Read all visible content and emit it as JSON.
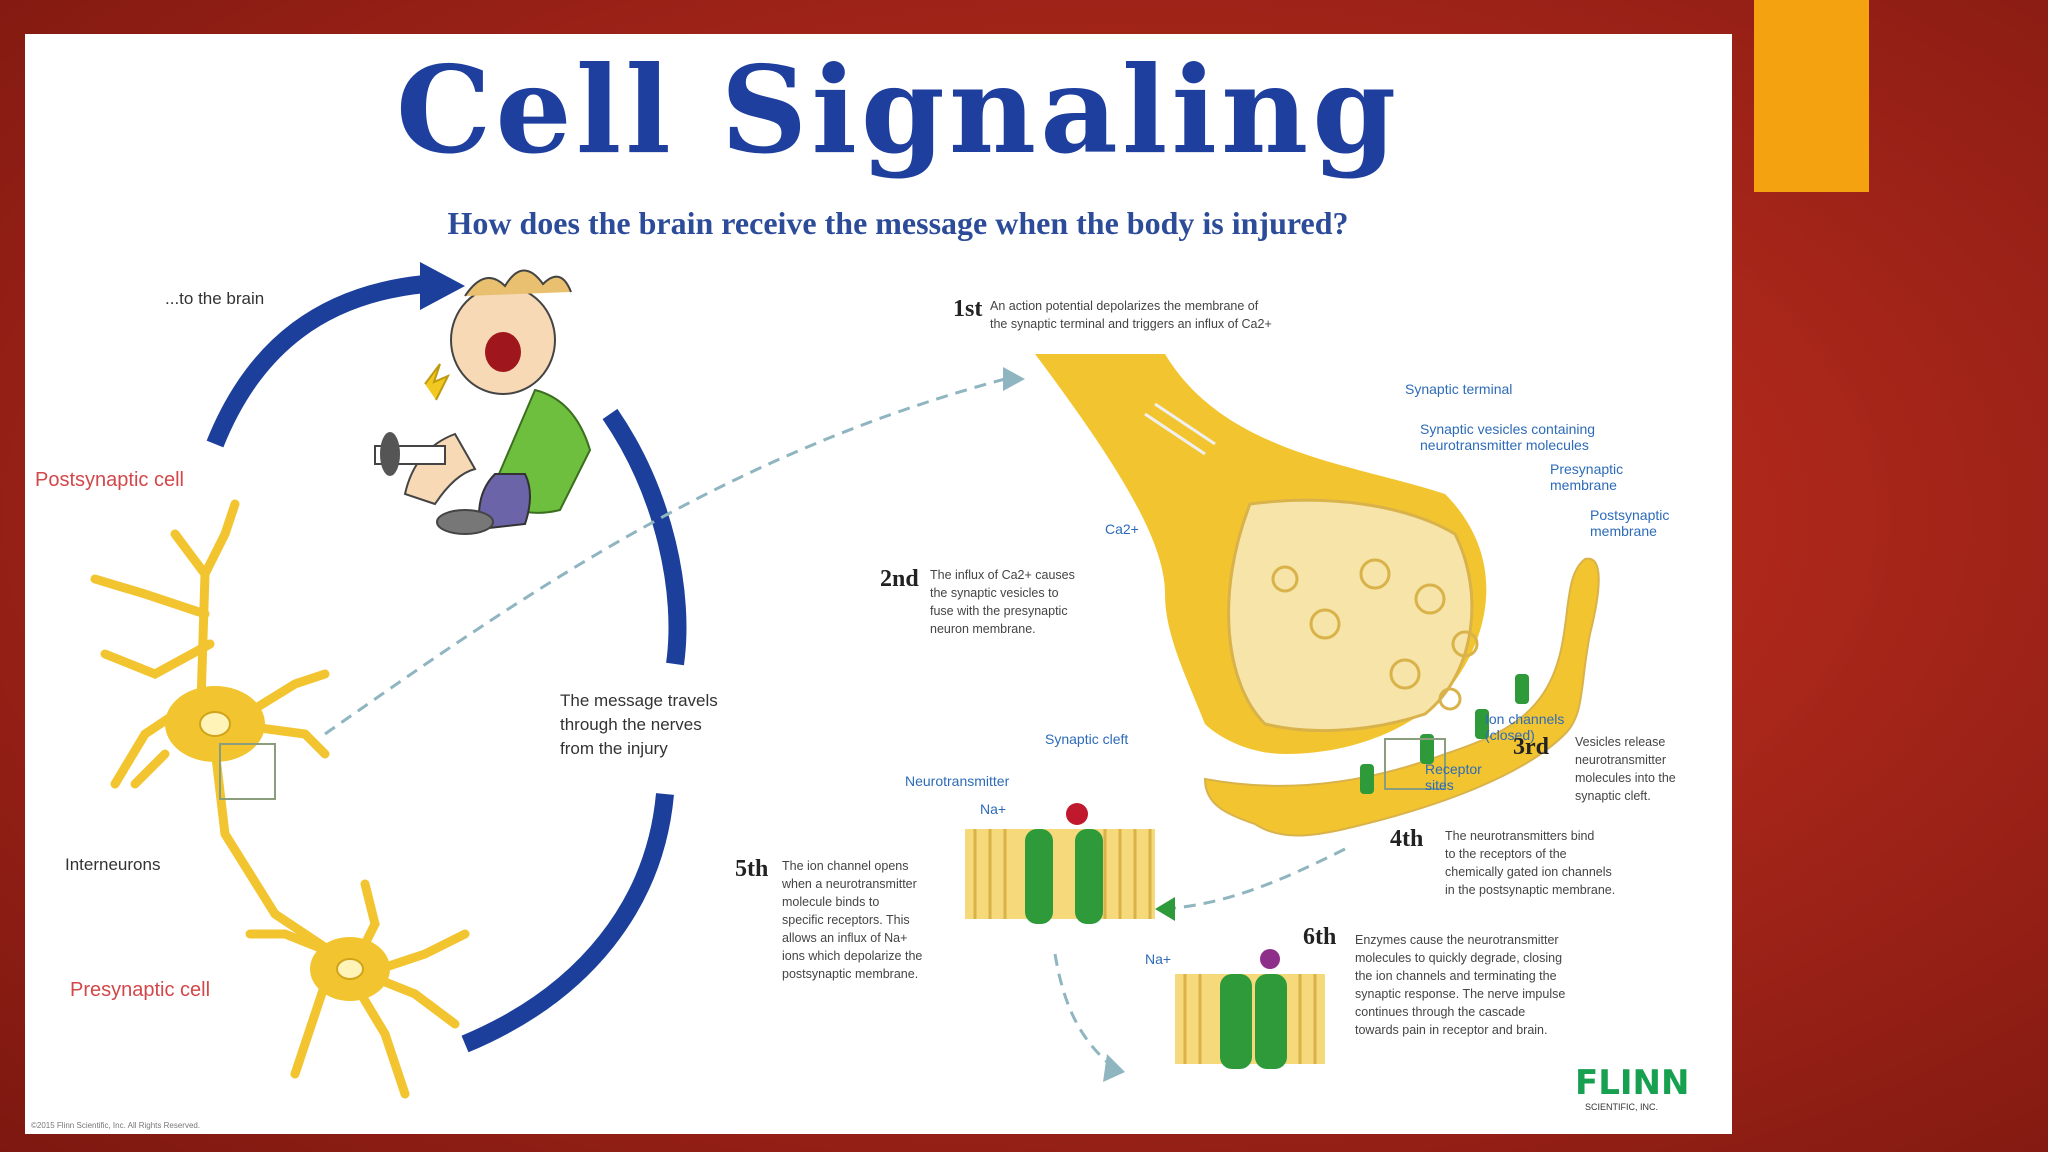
{
  "poster": {
    "title": "Cell Signaling",
    "subtitle": "How does the brain receive the message when the body is injured?",
    "left_labels": {
      "to_brain": "...to the brain",
      "postsynaptic": "Postsynaptic cell",
      "interneurons": "Interneurons",
      "presynaptic": "Presynaptic cell",
      "message_travels": [
        "The message travels",
        "through the nerves",
        "from the injury"
      ]
    },
    "steps": [
      {
        "num": "1st",
        "lines": [
          "An action potential depolarizes the membrane of",
          "the synaptic terminal and triggers an influx of Ca2+"
        ]
      },
      {
        "num": "2nd",
        "lines": [
          "The influx of Ca2+ causes",
          "the synaptic vesicles to",
          "fuse with the presynaptic",
          "neuron membrane."
        ]
      },
      {
        "num": "3rd",
        "lines": [
          "Vesicles release",
          "neurotransmitter",
          "molecules into the",
          "synaptic cleft."
        ]
      },
      {
        "num": "4th",
        "lines": [
          "The neurotransmitters bind",
          "to the receptors of the",
          "chemically gated ion channels",
          "in the postsynaptic membrane."
        ]
      },
      {
        "num": "5th",
        "lines": [
          "The ion channel opens",
          "when a neurotransmitter",
          "molecule binds to",
          "specific receptors. This",
          "allows an influx of Na+",
          "ions which depolarize the",
          "postsynaptic membrane."
        ]
      },
      {
        "num": "6th",
        "lines": [
          "Enzymes cause the neurotransmitter",
          "molecules to quickly degrade, closing",
          "the ion channels and terminating the",
          "synaptic response. The nerve impulse",
          "continues through the cascade",
          "towards pain in receptor and brain."
        ]
      }
    ],
    "terminal_labels": {
      "synaptic_terminal": "Synaptic terminal",
      "synaptic_vesicles": [
        "Synaptic vesicles containing",
        "neurotransmitter molecules"
      ],
      "presynaptic_membrane": [
        "Presynaptic",
        "membrane"
      ],
      "postsynaptic_membrane": [
        "Postsynaptic",
        "membrane"
      ],
      "ca": "Ca2+",
      "synaptic_cleft": "Synaptic cleft",
      "ion_channels": [
        "Ion channels",
        "(closed)"
      ],
      "receptor": [
        "Receptor",
        "sites"
      ],
      "neurotransmitter": "Neurotransmitter",
      "na_top": "Na+",
      "na_bottom": "Na+"
    },
    "brand": "FLINN",
    "brand_sub": "SCIENTIFIC, INC.",
    "credit": "©2015 Flinn Scientific, Inc. All Rights Reserved."
  },
  "colors": {
    "background": "#a9261a",
    "accent_tab": "#f4a20f",
    "title": "#1f3f9e",
    "neuron": "#f2c530",
    "arrow": "#1b3f9a",
    "channel": "#2e9a3a"
  }
}
